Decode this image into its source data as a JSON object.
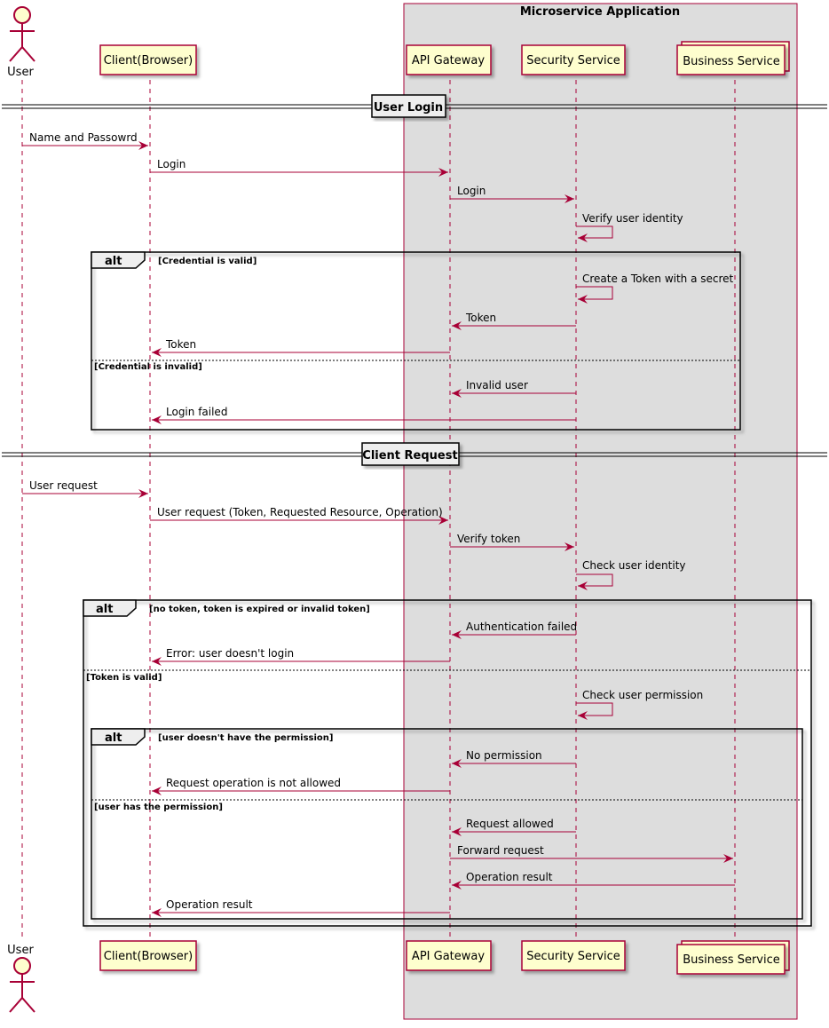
{
  "group": {
    "title": "Microservice Application"
  },
  "participants": [
    {
      "id": "user",
      "label": "User",
      "kind": "actor"
    },
    {
      "id": "client",
      "label": "Client(Browser)",
      "kind": "box"
    },
    {
      "id": "gateway",
      "label": "API Gateway",
      "kind": "box"
    },
    {
      "id": "security",
      "label": "Security Service",
      "kind": "box"
    },
    {
      "id": "business",
      "label": "Business Service",
      "kind": "collection"
    }
  ],
  "dividers": [
    {
      "id": "login",
      "label": "User Login"
    },
    {
      "id": "request",
      "label": "Client Request"
    }
  ],
  "messages": [
    {
      "from": "user",
      "to": "client",
      "label": "Name and Passowrd"
    },
    {
      "from": "client",
      "to": "gateway",
      "label": "Login"
    },
    {
      "from": "gateway",
      "to": "security",
      "label": "Login"
    },
    {
      "from": "security",
      "to": "security",
      "label": "Verify user identity"
    },
    {
      "from": "security",
      "to": "security",
      "label": "Create a Token with a secret"
    },
    {
      "from": "security",
      "to": "gateway",
      "label": "Token"
    },
    {
      "from": "gateway",
      "to": "client",
      "label": "Token"
    },
    {
      "from": "security",
      "to": "gateway",
      "label": "Invalid user"
    },
    {
      "from": "security",
      "to": "client",
      "label": "Login failed"
    },
    {
      "from": "user",
      "to": "client",
      "label": "User request"
    },
    {
      "from": "client",
      "to": "gateway",
      "label": "User request (Token, Requested Resource, Operation)"
    },
    {
      "from": "gateway",
      "to": "security",
      "label": "Verify token"
    },
    {
      "from": "security",
      "to": "security",
      "label": "Check user identity"
    },
    {
      "from": "security",
      "to": "gateway",
      "label": "Authentication failed"
    },
    {
      "from": "gateway",
      "to": "client",
      "label": "Error: user doesn't login"
    },
    {
      "from": "security",
      "to": "security",
      "label": "Check user permission"
    },
    {
      "from": "security",
      "to": "gateway",
      "label": "No permission"
    },
    {
      "from": "gateway",
      "to": "client",
      "label": "Request operation is not allowed"
    },
    {
      "from": "security",
      "to": "gateway",
      "label": "Request allowed"
    },
    {
      "from": "gateway",
      "to": "business",
      "label": "Forward request"
    },
    {
      "from": "business",
      "to": "gateway",
      "label": "Operation result"
    },
    {
      "from": "gateway",
      "to": "client",
      "label": "Operation result"
    }
  ],
  "fragments": [
    {
      "id": "alt1",
      "keyword": "alt",
      "condition": "[Credential is valid]",
      "else_condition": "[Credential is invalid]"
    },
    {
      "id": "alt2",
      "keyword": "alt",
      "condition": "[no token, token is expired or invalid token]",
      "else_condition": "[Token is valid]"
    },
    {
      "id": "alt3",
      "keyword": "alt",
      "condition": "[user doesn't have the permission]",
      "else_condition": "[user has the permission]"
    }
  ],
  "colors": {
    "line": "#A80036",
    "participant_fill": "#FEFECE",
    "group_fill": "#DDDDDD",
    "fragment_border": "#000000"
  }
}
